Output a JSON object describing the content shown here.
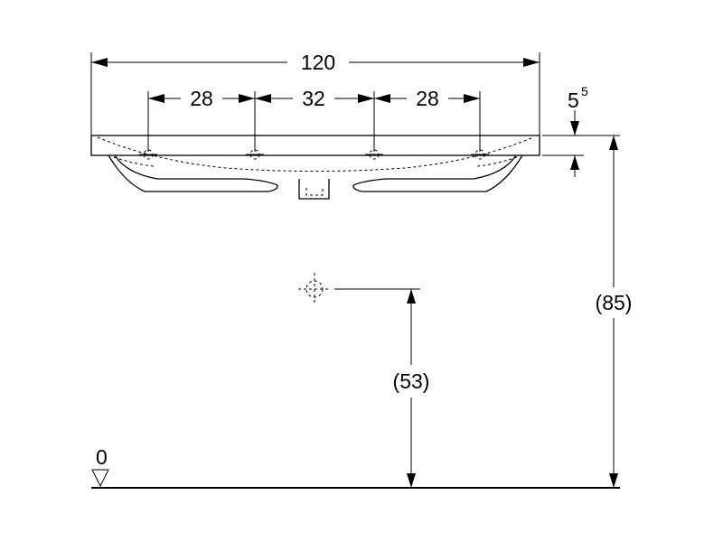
{
  "dimensions": {
    "overall_width": "120",
    "spacing_left": "28",
    "spacing_middle": "32",
    "spacing_right": "28",
    "rim_thickness_base": "5",
    "rim_thickness_sup": "5",
    "rim_height": "(85)",
    "drain_height": "(53)",
    "floor_level": "0"
  }
}
